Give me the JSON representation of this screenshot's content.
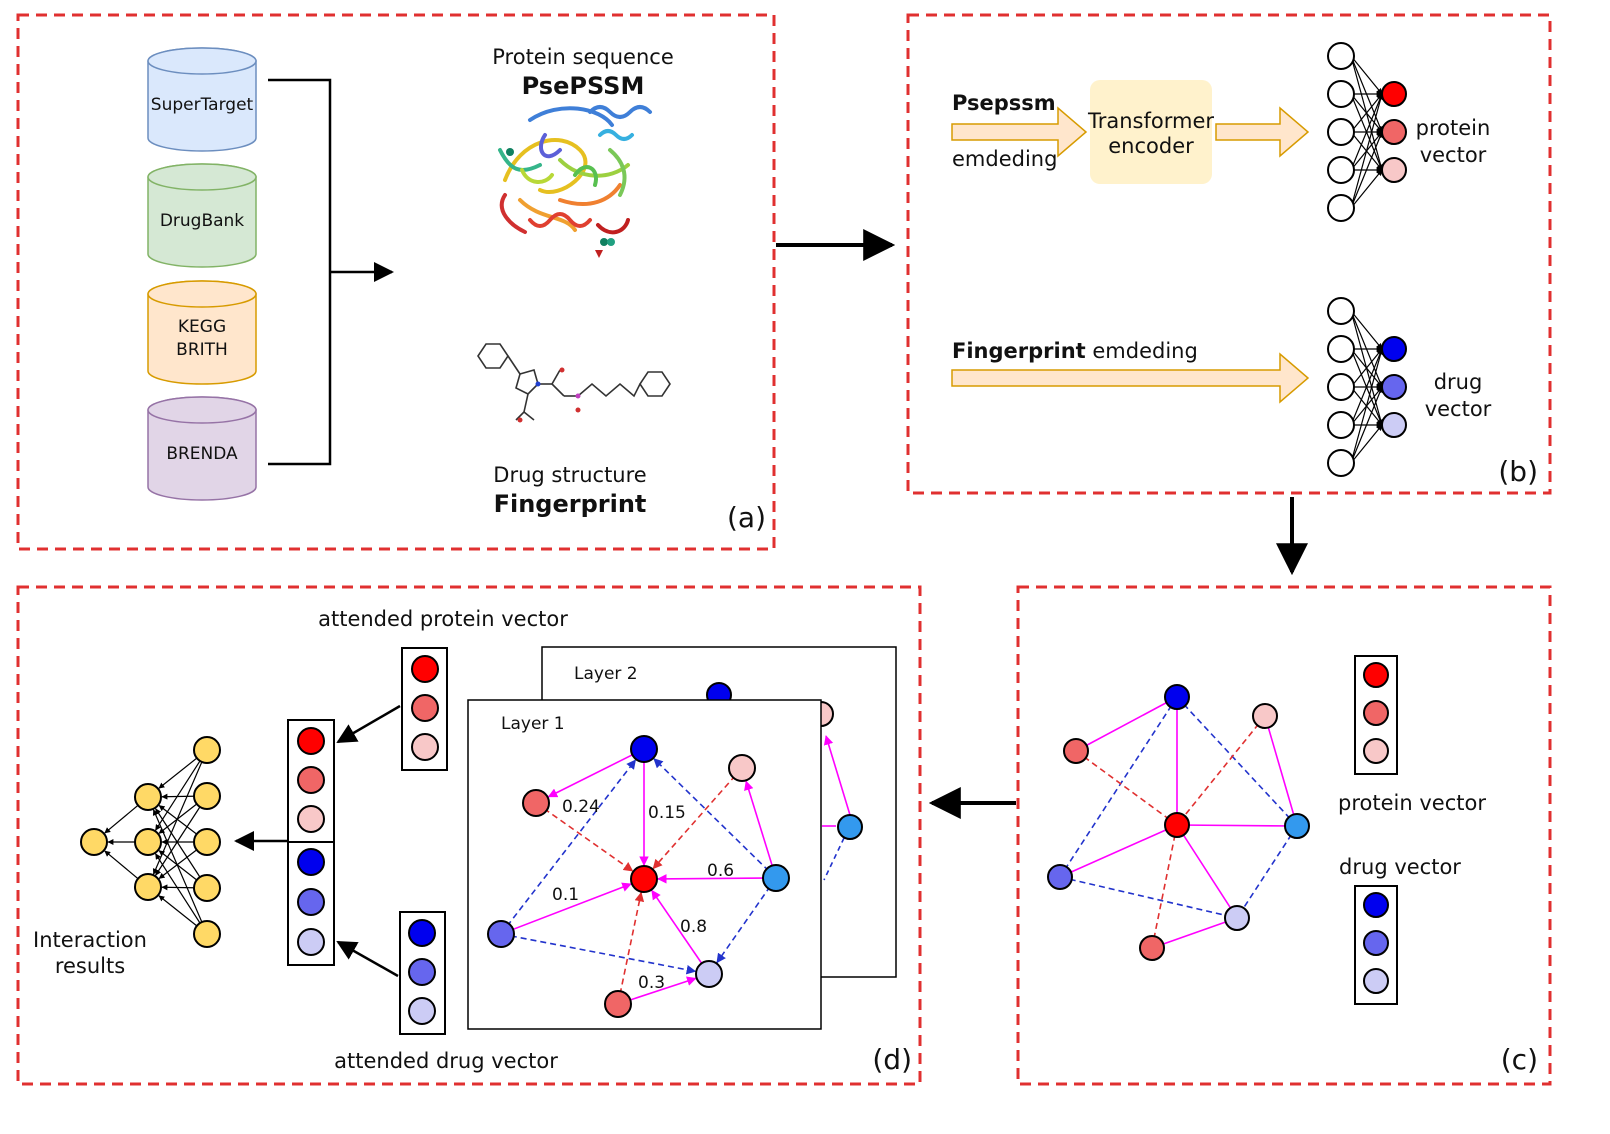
{
  "panels": {
    "a": {
      "label": "(a)"
    },
    "b": {
      "label": "(b)"
    },
    "c": {
      "label": "(c)"
    },
    "d": {
      "label": "(d)"
    }
  },
  "colors": {
    "panel_border": "#e03030",
    "db_supertarget_fill": "#dae8fc",
    "db_supertarget_stroke": "#6c8ebf",
    "db_drugbank_fill": "#d5e8d4",
    "db_drugbank_stroke": "#82b366",
    "db_kegg_fill": "#ffe6cc",
    "db_kegg_stroke": "#d79b00",
    "db_brenda_fill": "#e1d5e7",
    "db_brenda_stroke": "#9673a6",
    "protein_1": "#ff0000",
    "protein_2": "#f06666",
    "protein_3": "#f8c8c8",
    "drug_1": "#0000ee",
    "drug_2": "#6666ee",
    "drug_3": "#ccccf5",
    "drug_light_blue": "#3399ee",
    "output_node": "#ffd966",
    "arrow_fill": "#ffe6cc",
    "arrow_stroke": "#d79b00",
    "encoder_fill": "#fff2cc",
    "edge_solid": "#ff00ff",
    "edge_dash_red": "#e03030",
    "edge_dash_blue": "#2233cc"
  },
  "databases": [
    {
      "label_lines": [
        "SuperTarget"
      ]
    },
    {
      "label_lines": [
        "DrugBank"
      ]
    },
    {
      "label_lines": [
        "KEGG",
        "BRITH"
      ]
    },
    {
      "label_lines": [
        "BRENDA"
      ]
    }
  ],
  "panel_a": {
    "protein_caption": "Protein sequence",
    "protein_method": "PsePSSM",
    "drug_caption": "Drug structure",
    "drug_method": "Fingerprint"
  },
  "panel_b": {
    "psepssm_label": "Psepssm",
    "psepssm_sub": "emdeding",
    "encoder_line1": "Transformer",
    "encoder_line2": "encoder",
    "protein_vector_line1": "protein",
    "protein_vector_line2": "vector",
    "fingerprint_bold": "Fingerprint",
    "fingerprint_rest": " emdeding",
    "drug_vector_line1": "drug",
    "drug_vector_line2": "vector"
  },
  "panel_c": {
    "protein_vector_label": "protein vector",
    "drug_vector_label": "drug vector"
  },
  "panel_d": {
    "attended_protein_label": "attended protein vector",
    "attended_drug_label": "attended drug vector",
    "layer2_label": "Layer  2",
    "layer1_label": "Layer  1",
    "result_line1": "Interaction",
    "result_line2": "results",
    "edge_weights": [
      "0.24",
      "0.15",
      "0.6",
      "0.1",
      "0.8",
      "0.3"
    ]
  }
}
